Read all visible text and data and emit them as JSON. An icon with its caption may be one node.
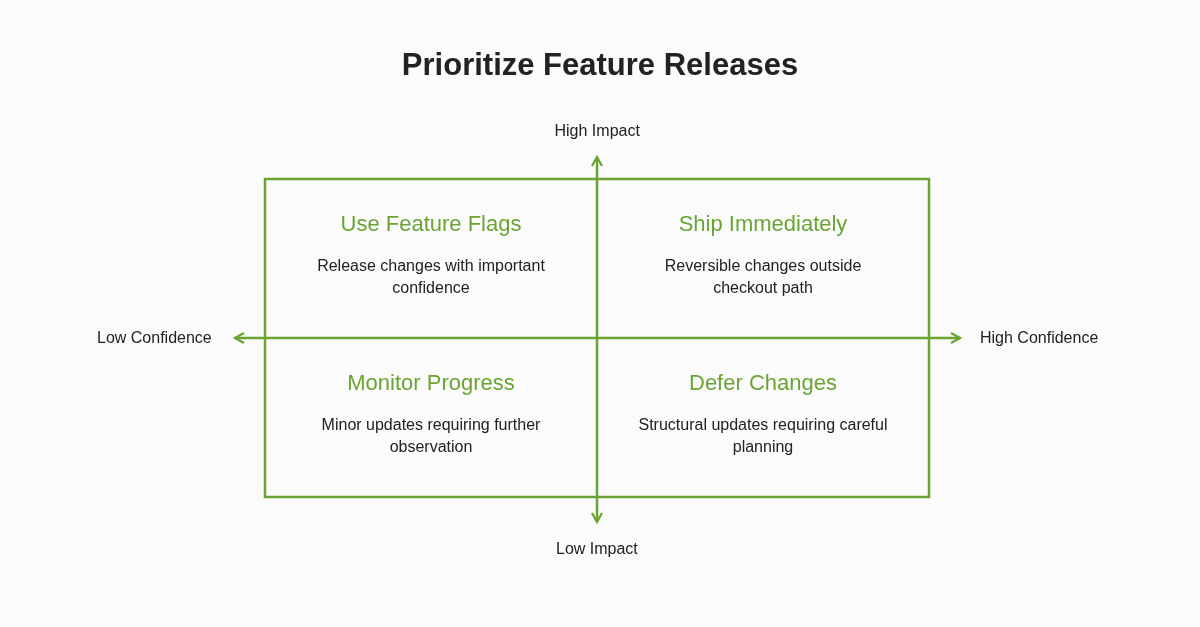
{
  "diagram": {
    "title": "Prioritize Feature Releases",
    "nodes": [
      {
        "text": [
          "Use Feature Flags",
          "Release changes with important confidence"
        ]
      },
      {
        "text": [
          "Ship Immediately",
          "Reversible changes outside checkout path"
        ]
      },
      {
        "text": [
          "Monitor Progress",
          "Minor updates requiring further observation"
        ]
      },
      {
        "text": [
          "Defer Changes",
          "Structural updates requiring careful planning"
        ]
      }
    ],
    "edges": [],
    "labels": [
      "High Impact",
      "Low Confidence",
      "High Confidence",
      "Low Impact"
    ]
  }
}
